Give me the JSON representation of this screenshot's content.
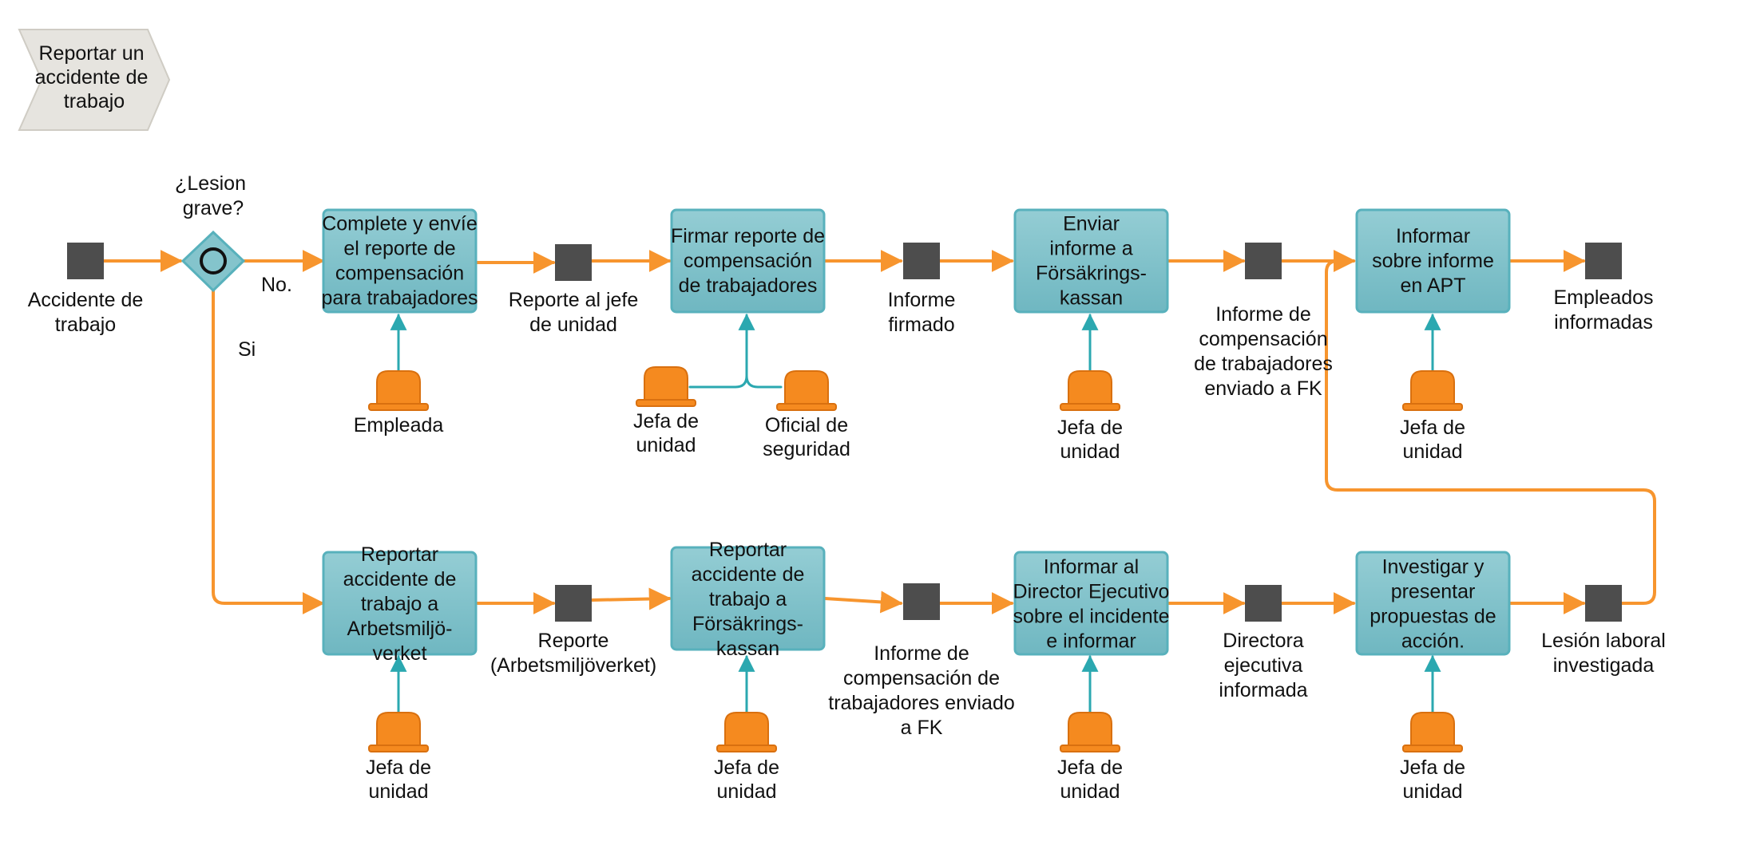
{
  "title": [
    "Reportar un",
    "accidente de",
    "trabajo"
  ],
  "colors": {
    "flow": "#f7952e",
    "link": "#2ba8b0",
    "activity_fill": "#84c4cc",
    "activity_stroke": "#58b1bc",
    "event": "#4d4d4d",
    "role": "#f58a1f",
    "title_fill": "#e6e4df"
  },
  "gateway": {
    "question": [
      "¿Lesion",
      "grave?"
    ],
    "no_label": "No.",
    "yes_label": "Si"
  },
  "activities": [
    {
      "id": "a1",
      "lines": [
        "Complete y envíe",
        "el reporte de",
        "compensación",
        "para trabajadores"
      ]
    },
    {
      "id": "a2",
      "lines": [
        "Firmar reporte de",
        "compensación",
        "de trabajadores"
      ]
    },
    {
      "id": "a3",
      "lines": [
        "Enviar",
        "informe a",
        "Försäkrings-",
        "kassan"
      ]
    },
    {
      "id": "a4",
      "lines": [
        "Informar",
        "sobre informe",
        "en APT"
      ]
    },
    {
      "id": "b1",
      "lines": [
        "Reportar",
        "accidente de",
        "trabajo a",
        "Arbetsmiljö-",
        "verket"
      ]
    },
    {
      "id": "b2",
      "lines": [
        "Reportar",
        "accidente de",
        "trabajo a",
        "Försäkrings-",
        "kassan"
      ]
    },
    {
      "id": "b3",
      "lines": [
        "Informar al",
        "Director Ejecutivo",
        "sobre el incidente",
        "e informar"
      ]
    },
    {
      "id": "b4",
      "lines": [
        "Investigar y",
        "presentar",
        "propuestas de",
        "acción."
      ]
    }
  ],
  "events": [
    {
      "id": "e0",
      "lines": [
        "Accidente de",
        "trabajo"
      ]
    },
    {
      "id": "e1",
      "lines": [
        "Reporte al jefe",
        "de unidad"
      ]
    },
    {
      "id": "e2",
      "lines": [
        "Informe",
        "firmado"
      ]
    },
    {
      "id": "e3",
      "lines": [
        "Informe de",
        "compensación",
        "de trabajadores",
        "enviado a FK"
      ]
    },
    {
      "id": "e4",
      "lines": [
        "Empleados",
        "informadas"
      ]
    },
    {
      "id": "f1",
      "lines": [
        "Reporte",
        "(Arbetsmiljöverket)"
      ]
    },
    {
      "id": "f2",
      "lines": [
        "Informe de",
        "compensación de",
        "trabajadores enviado",
        "a FK"
      ]
    },
    {
      "id": "f3",
      "lines": [
        "Directora",
        "ejecutiva",
        "informada"
      ]
    },
    {
      "id": "f4",
      "lines": [
        "Lesión laboral",
        "investigada"
      ]
    }
  ],
  "roles": [
    {
      "id": "r1",
      "lines": [
        "Empleada"
      ]
    },
    {
      "id": "r2a",
      "lines": [
        "Jefa de",
        "unidad"
      ]
    },
    {
      "id": "r2b",
      "lines": [
        "Oficial de",
        "seguridad"
      ]
    },
    {
      "id": "r3",
      "lines": [
        "Jefa de",
        "unidad"
      ]
    },
    {
      "id": "r4",
      "lines": [
        "Jefa de",
        "unidad"
      ]
    },
    {
      "id": "s1",
      "lines": [
        "Jefa de",
        "unidad"
      ]
    },
    {
      "id": "s2",
      "lines": [
        "Jefa de",
        "unidad"
      ]
    },
    {
      "id": "s3",
      "lines": [
        "Jefa de",
        "unidad"
      ]
    },
    {
      "id": "s4",
      "lines": [
        "Jefa de",
        "unidad"
      ]
    }
  ]
}
